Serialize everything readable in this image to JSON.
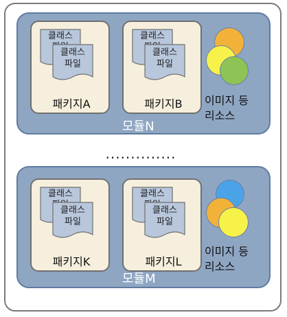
{
  "module_n": {
    "label": "모듈N",
    "packages": [
      {
        "label": "패키지A",
        "doc_back": [
          "클래스",
          "파일"
        ],
        "doc_front": [
          "클래스",
          "파일"
        ]
      },
      {
        "label": "패키지B",
        "doc_back": [
          "클래스",
          "파일"
        ],
        "doc_front": [
          "클래스",
          "파일"
        ]
      }
    ],
    "resources": [
      "이미지 등",
      "리소스"
    ],
    "resource_colors": [
      "#f2b23a",
      "#f6f24a",
      "#8dc455"
    ]
  },
  "separator": "..............",
  "module_m": {
    "label": "모듈M",
    "packages": [
      {
        "label": "패키지K",
        "doc_back": [
          "클래스",
          "파일"
        ],
        "doc_front": [
          "클래스",
          "파일"
        ]
      },
      {
        "label": "패키지L",
        "doc_back": [
          "클래스",
          "파일"
        ],
        "doc_front": [
          "클래스",
          "파일"
        ]
      }
    ],
    "resources": [
      "이미지 등",
      "리소스"
    ],
    "resource_colors": [
      "#4aa3e6",
      "#f2b23a",
      "#f6f24a"
    ]
  }
}
